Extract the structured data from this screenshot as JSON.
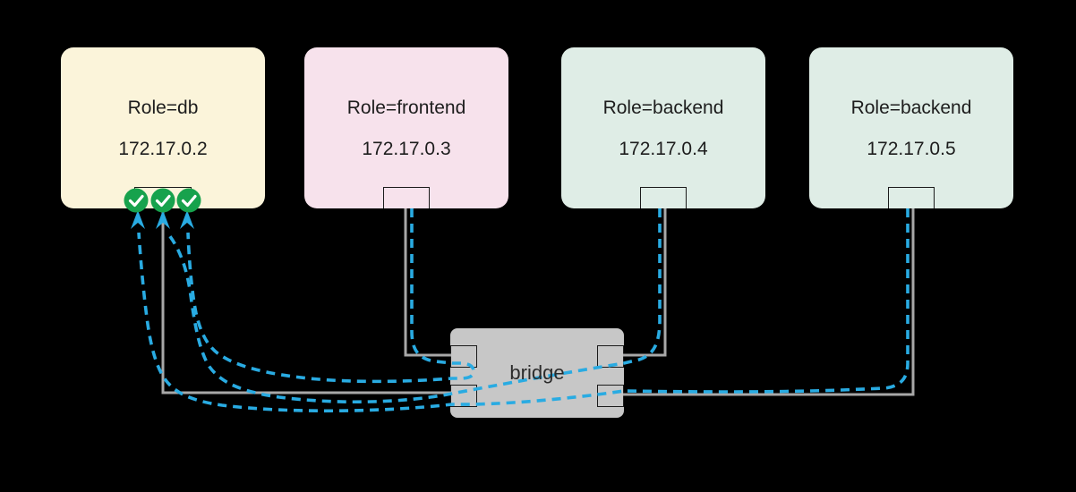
{
  "diagram": {
    "containers": [
      {
        "id": "db",
        "role_label": "Role=db",
        "ip": "172.17.0.2",
        "fill": "#FBF4DA",
        "checkmarks": 3
      },
      {
        "id": "frontend",
        "role_label": "Role=frontend",
        "ip": "172.17.0.3",
        "fill": "#F7E2EC",
        "checkmarks": 0
      },
      {
        "id": "backend-1",
        "role_label": "Role=backend",
        "ip": "172.17.0.4",
        "fill": "#DFEDE6",
        "checkmarks": 0
      },
      {
        "id": "backend-2",
        "role_label": "Role=backend",
        "ip": "172.17.0.5",
        "fill": "#DFEDE6",
        "checkmarks": 0
      }
    ],
    "bridge": {
      "label": "bridge",
      "fill": "#C7C7C7",
      "ports": 4
    },
    "links": [
      {
        "from": "db",
        "to": "bridge",
        "style": "solid-gray"
      },
      {
        "from": "frontend",
        "to": "bridge",
        "style": "solid-gray"
      },
      {
        "from": "backend-1",
        "to": "bridge",
        "style": "solid-gray"
      },
      {
        "from": "backend-2",
        "to": "bridge",
        "style": "solid-gray"
      }
    ],
    "traffic_flows": [
      {
        "from": "frontend",
        "via": "bridge",
        "to": "db",
        "style": "dashed-blue-arrow",
        "endpoint_marker": "green-checkmark"
      },
      {
        "from": "backend-1",
        "via": "bridge",
        "to": "db",
        "style": "dashed-blue-arrow",
        "endpoint_marker": "green-checkmark"
      },
      {
        "from": "backend-2",
        "via": "bridge",
        "to": "db",
        "style": "dashed-blue-arrow",
        "endpoint_marker": "green-checkmark"
      }
    ],
    "colors": {
      "background": "#000000",
      "text": "#1D1D1D",
      "traffic_dash_blue": "#29ABE2",
      "link_gray": "#A8A8A8",
      "checkmark_green": "#17A24D",
      "bridge_fill": "#C7C7C7"
    }
  }
}
